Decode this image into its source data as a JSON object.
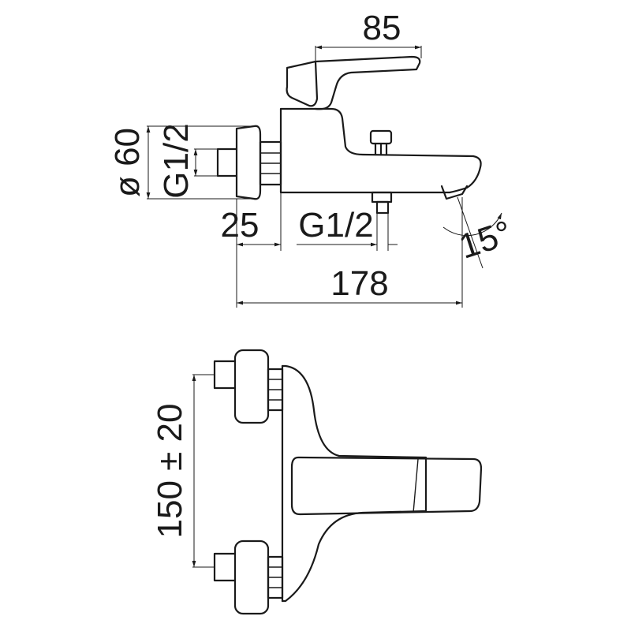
{
  "dimensions": {
    "width_top": "85",
    "inlet_diameter": "ø 60",
    "inlet_thread": "G1/2",
    "wall_offset": "25",
    "outlet_thread": "G1/2",
    "spout_angle": "15°",
    "total_depth": "178",
    "centre_distance": "150 ± 20"
  }
}
